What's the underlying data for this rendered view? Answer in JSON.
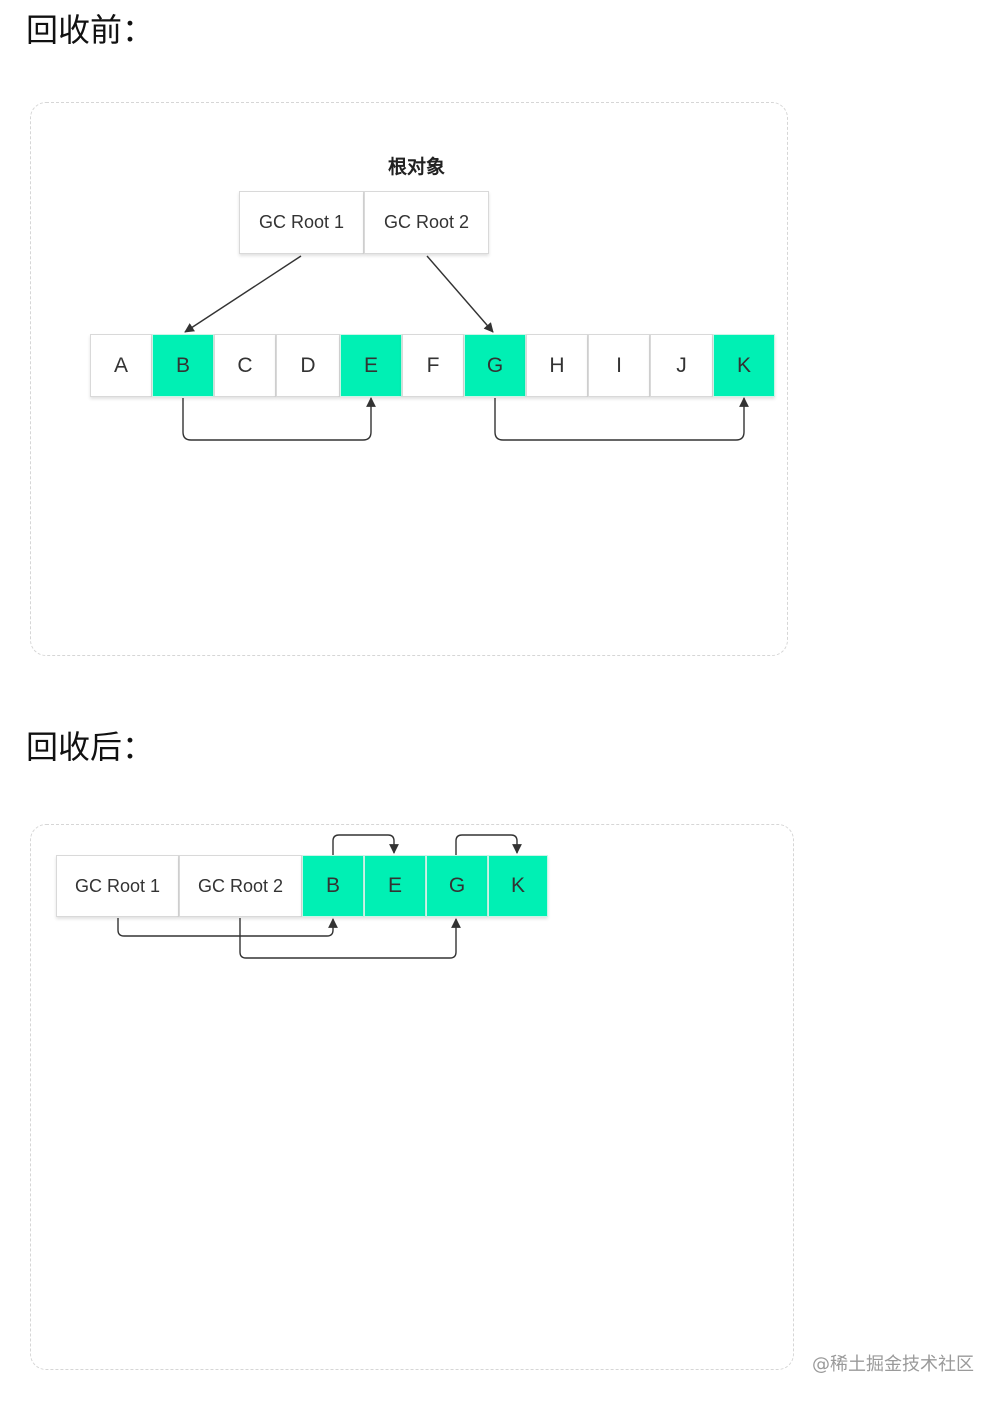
{
  "before": {
    "heading": "回收前：",
    "caption": "根对象",
    "roots": [
      "GC Root 1",
      "GC Root 2"
    ],
    "cells": [
      {
        "label": "A",
        "reachable": false
      },
      {
        "label": "B",
        "reachable": true
      },
      {
        "label": "C",
        "reachable": false
      },
      {
        "label": "D",
        "reachable": false
      },
      {
        "label": "E",
        "reachable": true
      },
      {
        "label": "F",
        "reachable": false
      },
      {
        "label": "G",
        "reachable": true
      },
      {
        "label": "H",
        "reachable": false
      },
      {
        "label": "I",
        "reachable": false
      },
      {
        "label": "J",
        "reachable": false
      },
      {
        "label": "K",
        "reachable": true
      }
    ]
  },
  "after": {
    "heading": "回收后：",
    "roots": [
      "GC Root 1",
      "GC Root 2"
    ],
    "cells": [
      {
        "label": "B",
        "reachable": true
      },
      {
        "label": "E",
        "reachable": true
      },
      {
        "label": "G",
        "reachable": true
      },
      {
        "label": "K",
        "reachable": true
      }
    ]
  },
  "colors": {
    "reachable": "#00f0b4",
    "cell": "#ffffff",
    "edge": "#333333"
  },
  "watermark": "@稀土掘金技术社区"
}
